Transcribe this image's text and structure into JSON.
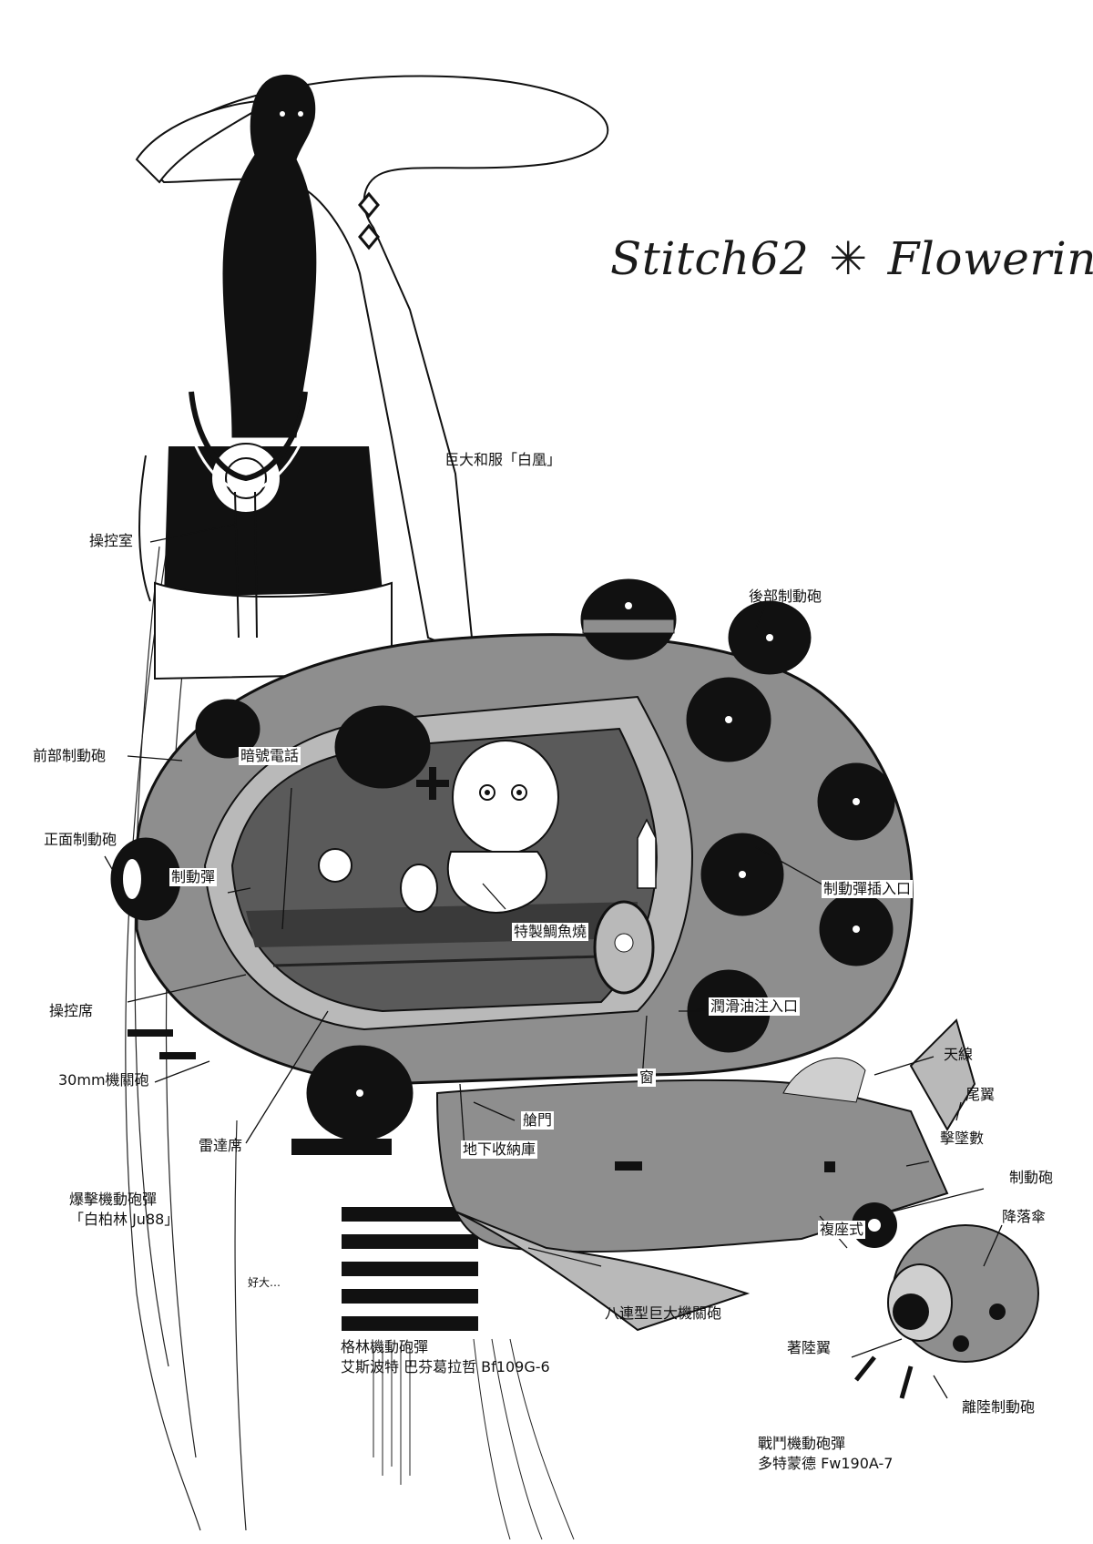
{
  "title": {
    "stitch": "Stitch62",
    "separator": "✳",
    "subtitle": "Flowering"
  },
  "labels": {
    "kimono": "巨大和服「白凰」",
    "control_room": "操控室",
    "rear_brake_cannon": "後部制動砲",
    "front_brake_cannon": "前部制動砲",
    "secret_phone": "暗號電話",
    "frontal_brake_cannon": "正面制動砲",
    "brake_shell": "制動彈",
    "brake_shell_inlet": "制動彈插入口",
    "special_taiyaki": "特製鯛魚燒",
    "control_seat": "操控席",
    "lubricant_inlet": "潤滑油注入口",
    "mm30_cannon": "30mm機關砲",
    "window": "窗",
    "antenna": "天線",
    "tail_wing": "尾翼",
    "hatch": "艙門",
    "underground_storage": "地下收納庫",
    "radar_seat": "雷達席",
    "kill_count": "擊墜數",
    "brake_cannon": "制動砲",
    "parachute": "降落傘",
    "two_seater": "複座式",
    "eight_barrel_cannon": "八連型巨大機關砲",
    "landing_wing": "著陸翼",
    "takeoff_brake_cannon": "離陸制動砲",
    "small_text": "好大…"
  },
  "blocks": {
    "bomber_line1": "爆擊機動砲彈",
    "bomber_line2": "「白柏林 Ju88」",
    "gatling_line1": "格林機動砲彈",
    "gatling_line2": "艾斯波特 巴芬葛拉哲 Bf109G-6",
    "fighter_line1": "戰鬥機動砲彈",
    "fighter_line2": "多特蒙德 Fw190A-7"
  },
  "colors": {
    "ink": "#111111",
    "hull_gray": "#8e8e8e",
    "hull_light": "#b9b9b9",
    "hull_dark": "#5a5a5a",
    "paper": "#ffffff"
  }
}
